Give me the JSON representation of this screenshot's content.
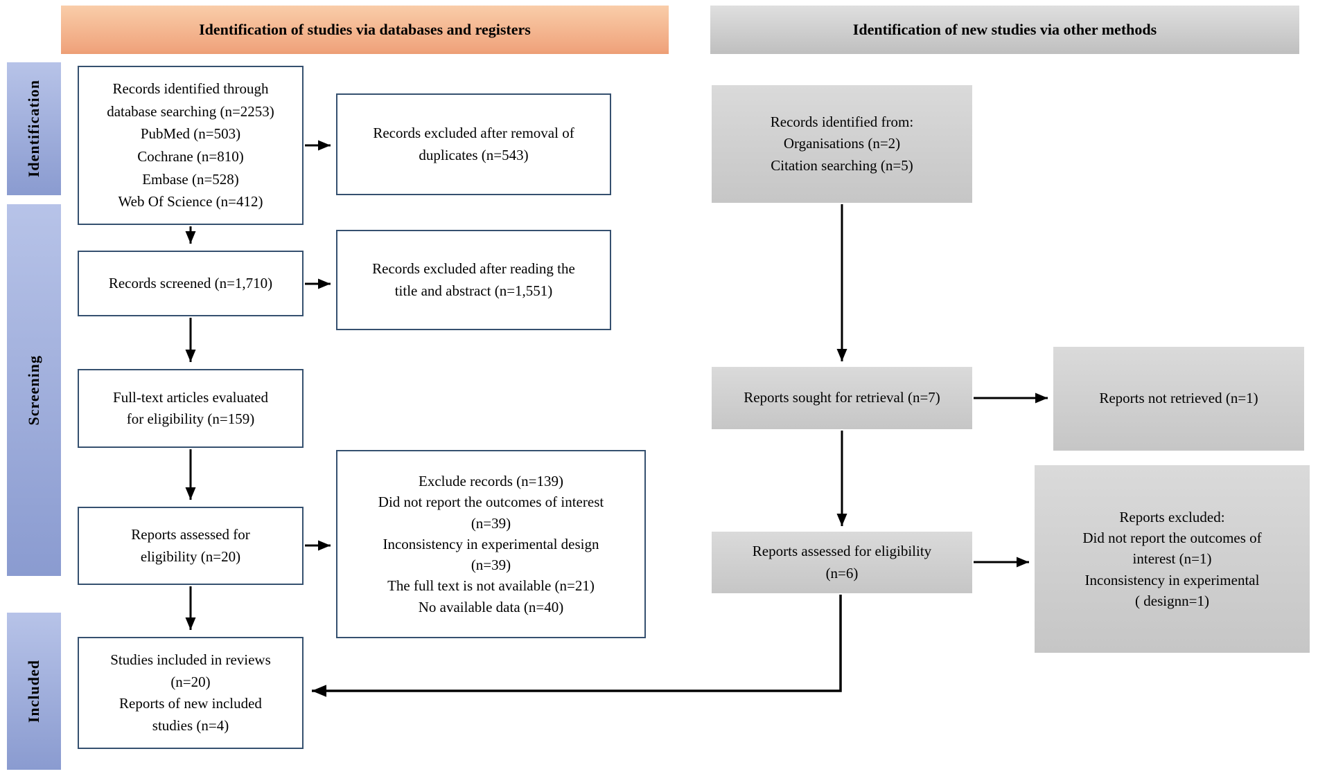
{
  "headers": {
    "left": "Identification of studies via databases and registers",
    "right": "Identification of new studies via other methods"
  },
  "sidebar": {
    "identification": "Identification",
    "screening": "Screening",
    "included": "Included"
  },
  "left_column": {
    "identified": "Records identified through\ndatabase searching (n=2253)\nPubMed (n=503)\nCochrane (n=810)\nEmbase (n=528)\nWeb Of Science (n=412)",
    "screened": "Records screened (n=1,710)",
    "fulltext": "Full-text articles evaluated\nfor eligibility (n=159)",
    "assessed": "Reports assessed for\neligibility (n=20)",
    "included": "Studies included in reviews\n(n=20)\nReports of new included\nstudies (n=4)",
    "excluded_duplicates": "Records excluded after removal of\nduplicates (n=543)",
    "excluded_title_abstract": "Records excluded after reading the\ntitle and abstract (n=1,551)",
    "excluded_fulltext": "Exclude records (n=139)\nDid not report the outcomes of interest\n(n=39)\nInconsistency in experimental design\n(n=39)\nThe full text is not available (n=21)\nNo available data (n=40)"
  },
  "right_column": {
    "identified": "Records identified from:\nOrganisations (n=2)\nCitation searching (n=5)",
    "sought": "Reports sought for retrieval (n=7)",
    "not_retrieved": "Reports not retrieved (n=1)",
    "assessed": "Reports assessed for eligibility\n(n=6)",
    "excluded": "Reports excluded:\nDid not report the outcomes of\ninterest (n=1)\nInconsistency in experimental\n( designn=1)"
  },
  "colors": {
    "banner_orange_top": "#f9cda9",
    "banner_orange_bottom": "#ec9d74",
    "banner_gray_top": "#dfdfdf",
    "banner_gray_bottom": "#bfbfbf",
    "sidebar_top": "#b7c3e8",
    "sidebar_bottom": "#8a9bd0",
    "box_border": "#35506f",
    "gray_box_top": "#dadada",
    "gray_box_bottom": "#c6c6c6",
    "arrow": "#000000",
    "text": "#000000"
  }
}
